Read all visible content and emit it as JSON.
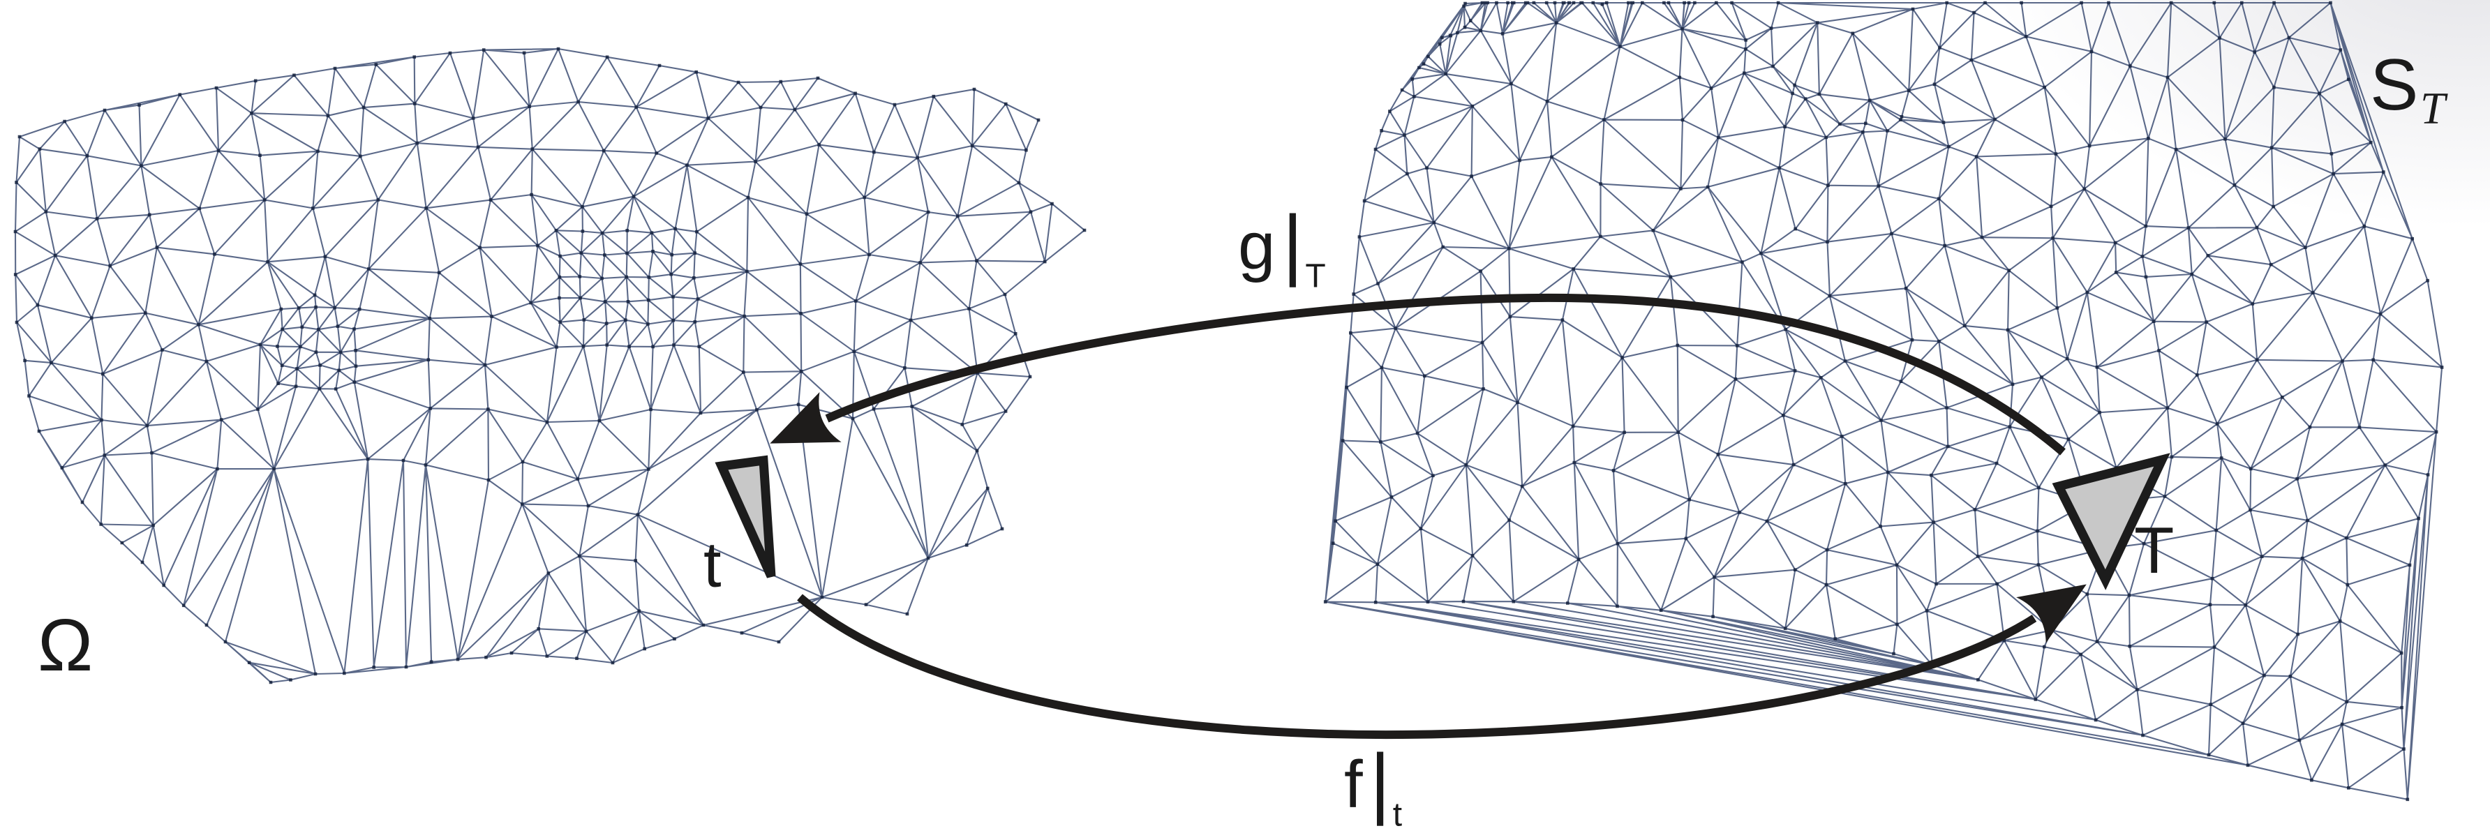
{
  "diagram": {
    "left_domain_label": "Ω",
    "surface_label": {
      "main": "S",
      "sub": "T"
    },
    "top_map_label": {
      "fn": "g",
      "bar": "|",
      "sub": "T"
    },
    "bottom_map_label": {
      "fn": "f",
      "bar": "|",
      "sub": "t"
    },
    "source_triangle_label": "t",
    "image_triangle_label": "T"
  },
  "colors": {
    "background": "#ffffff",
    "corner_shade": "#e4e4e8",
    "mesh_stroke": "#4d5c7f",
    "mesh_node": "#15223d",
    "arrow": "#1e1c1b",
    "triangle_fill": "#c8c8c8",
    "triangle_stroke": "#1c1c1c",
    "label": "#1a1a1a"
  }
}
